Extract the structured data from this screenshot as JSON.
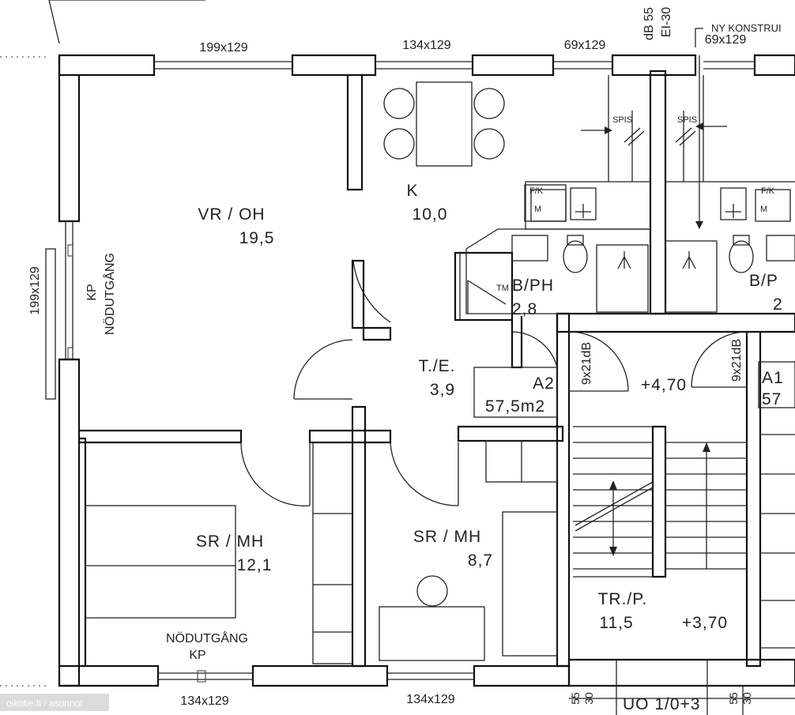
{
  "rooms": {
    "vr_oh": {
      "name": "VR / OH",
      "area": "19,5"
    },
    "k": {
      "name": "K",
      "area": "10,0"
    },
    "b_ph": {
      "name": "B/PH",
      "area": "2,8"
    },
    "b_ph_neighbor": {
      "name": "B/P",
      "area": "2"
    },
    "t_e": {
      "name": "T./E.",
      "area": "3,9"
    },
    "sr_mh_1": {
      "name": "SR / MH",
      "area": "12,1"
    },
    "sr_mh_2": {
      "name": "SR / MH",
      "area": "8,7"
    },
    "tr_p": {
      "name": "TR./P.",
      "area": "11,5"
    }
  },
  "apartments": {
    "a2": {
      "code": "A2",
      "size": "57,5m2"
    },
    "a1": {
      "code": "A1",
      "size": "57"
    }
  },
  "windows": {
    "top_1": "199x129",
    "top_2": "134x129",
    "top_3": "69x129",
    "top_4": "69x129",
    "left": "199x129",
    "bottom_1": "134x129",
    "bottom_2": "134x129"
  },
  "labels": {
    "kp": "KP",
    "nodutgang": "NÖDUTGÅNG",
    "kp_bottom": "KP",
    "nodutgang_bottom": "NÖDUTGÅNG",
    "spis": "SPIS",
    "spis_2": "SPIS",
    "fk": "F/K",
    "fk_2": "F/K",
    "m": "M",
    "m_2": "M",
    "tm": "TM",
    "door_1": "9x21dB",
    "door_2": "9x21dB",
    "level_1": "+4,70",
    "level_2": "+3,70",
    "db55": "dB 55",
    "ei30": "EI-30",
    "ny_konstr": "NY KONSTRUI",
    "n55_1": "55",
    "n30_1": "30",
    "n55_2": "55",
    "n30_2": "30",
    "uo": "UO 1/0+3"
  },
  "watermark": "oikotie.fi / asunnot"
}
